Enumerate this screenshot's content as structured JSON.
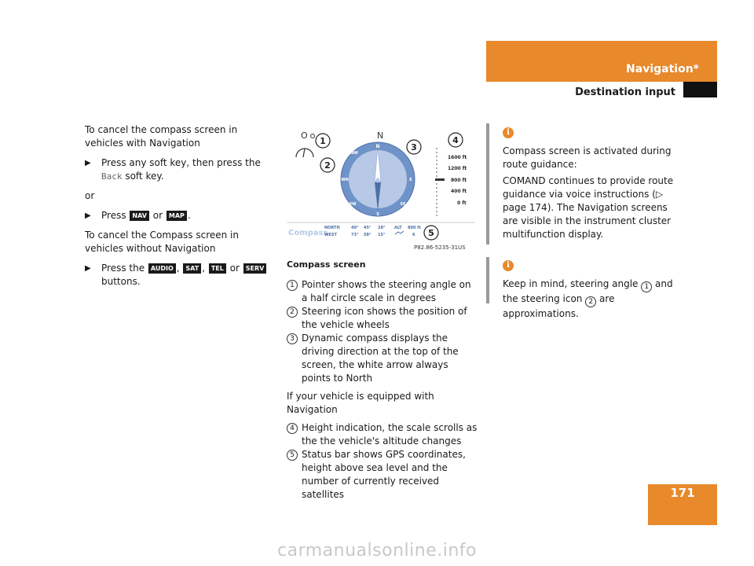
{
  "header": {
    "section": "Navigation*",
    "subsection": "Destination input"
  },
  "page_number": "171",
  "col1": {
    "p1": "To cancel the compass screen in vehicles with Navigation",
    "b1_pre": "Press any soft key, then press the ",
    "b1_soft": "Back",
    "b1_post": " soft key.",
    "or": "or",
    "b2_pre": "Press ",
    "key_nav": "NAV",
    "b2_or": " or ",
    "key_map": "MAP",
    "b2_end": ".",
    "p2": "To cancel the Compass screen in vehicles without Navigation",
    "b3_pre": "Press the ",
    "key_audio": "AUDIO",
    "comma1": ", ",
    "key_sat": "SAT",
    "comma2": ", ",
    "key_tel": "TEL",
    "b3_or": " or ",
    "key_serv": "SERV",
    "b3_post": "buttons."
  },
  "figure": {
    "id": "P82.86-5235-31US",
    "north": "N",
    "compass_word": "Compass",
    "alt_scale": [
      "1600 ft",
      "1200 ft",
      "800 ft",
      "400 ft",
      "0 ft"
    ],
    "status": {
      "north_label": "NORTH",
      "west_label": "WEST",
      "n1": "40°",
      "n2": "45°",
      "n3": "28°",
      "w1": "73°",
      "w2": "58°",
      "w3": "15°",
      "alt_label": "ALT",
      "alt_value": "800 ft",
      "sat_count": "6"
    },
    "callouts": [
      "1",
      "2",
      "3",
      "4",
      "5"
    ]
  },
  "caption": "Compass screen",
  "items": [
    {
      "n": "1",
      "text": "Pointer shows the steering angle on a half circle scale in degrees"
    },
    {
      "n": "2",
      "text": "Steering icon shows the position of the vehicle wheels"
    },
    {
      "n": "3",
      "text": "Dynamic compass displays the driving direction at the top of the screen, the white arrow always points to North"
    },
    {
      "n": "4",
      "text": "Height indication, the scale scrolls as the the vehicle's altitude changes"
    },
    {
      "n": "5",
      "text": "Status bar shows GPS coordinates, height above sea level and the number of currently received satellites"
    }
  ],
  "nav_note": "If your vehicle is equipped with Navigation",
  "info1": {
    "p1": "Compass screen is activated during route guidance:",
    "p2": "COMAND continues to provide route guidance via voice instructions (▷ page 174). The Navigation screens are visible in the instrument cluster multifunction display."
  },
  "info2": {
    "pre": "Keep in mind, steering angle ",
    "c1": "1",
    "mid": " and the steering icon ",
    "c2": "2",
    "post": " are approximations."
  },
  "watermark": "carmanualsonline.info",
  "colors": {
    "accent": "#e8892b",
    "compass_blue": "#6f93c9"
  }
}
